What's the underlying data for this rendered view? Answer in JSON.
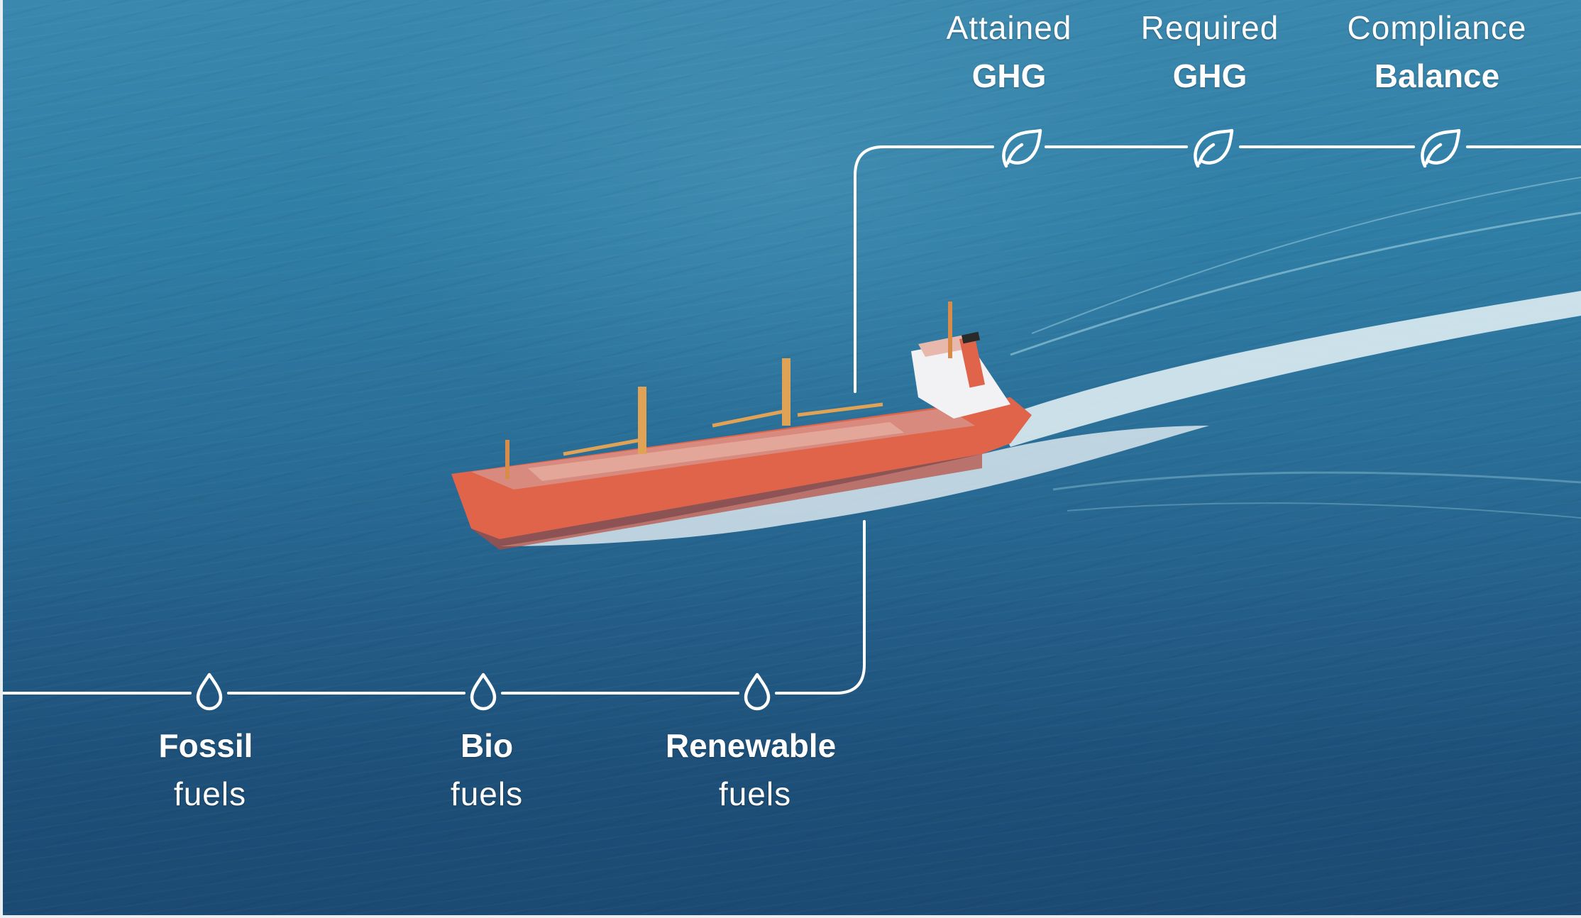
{
  "diagram": {
    "subject": "Cargo ship at sea with fuel-to-GHG-compliance flow",
    "colors": {
      "water_top": "#3b88ae",
      "water_bottom": "#1b4a72",
      "ship_hull": "#e0644a",
      "ship_deck": "#d98a7e",
      "line": "#ffffff",
      "text": "#ffffff"
    },
    "inputs": [
      {
        "title": "Fossil",
        "subtitle": "fuels",
        "icon": "water-drop-icon"
      },
      {
        "title": "Bio",
        "subtitle": "fuels",
        "icon": "water-drop-icon"
      },
      {
        "title": "Renewable",
        "subtitle": "fuels",
        "icon": "water-drop-icon"
      }
    ],
    "outputs": [
      {
        "title": "Attained",
        "subtitle": "GHG",
        "icon": "leaf-icon"
      },
      {
        "title": "Required",
        "subtitle": "GHG",
        "icon": "leaf-icon"
      },
      {
        "title": "Compliance",
        "subtitle": "Balance",
        "icon": "leaf-icon"
      }
    ]
  }
}
